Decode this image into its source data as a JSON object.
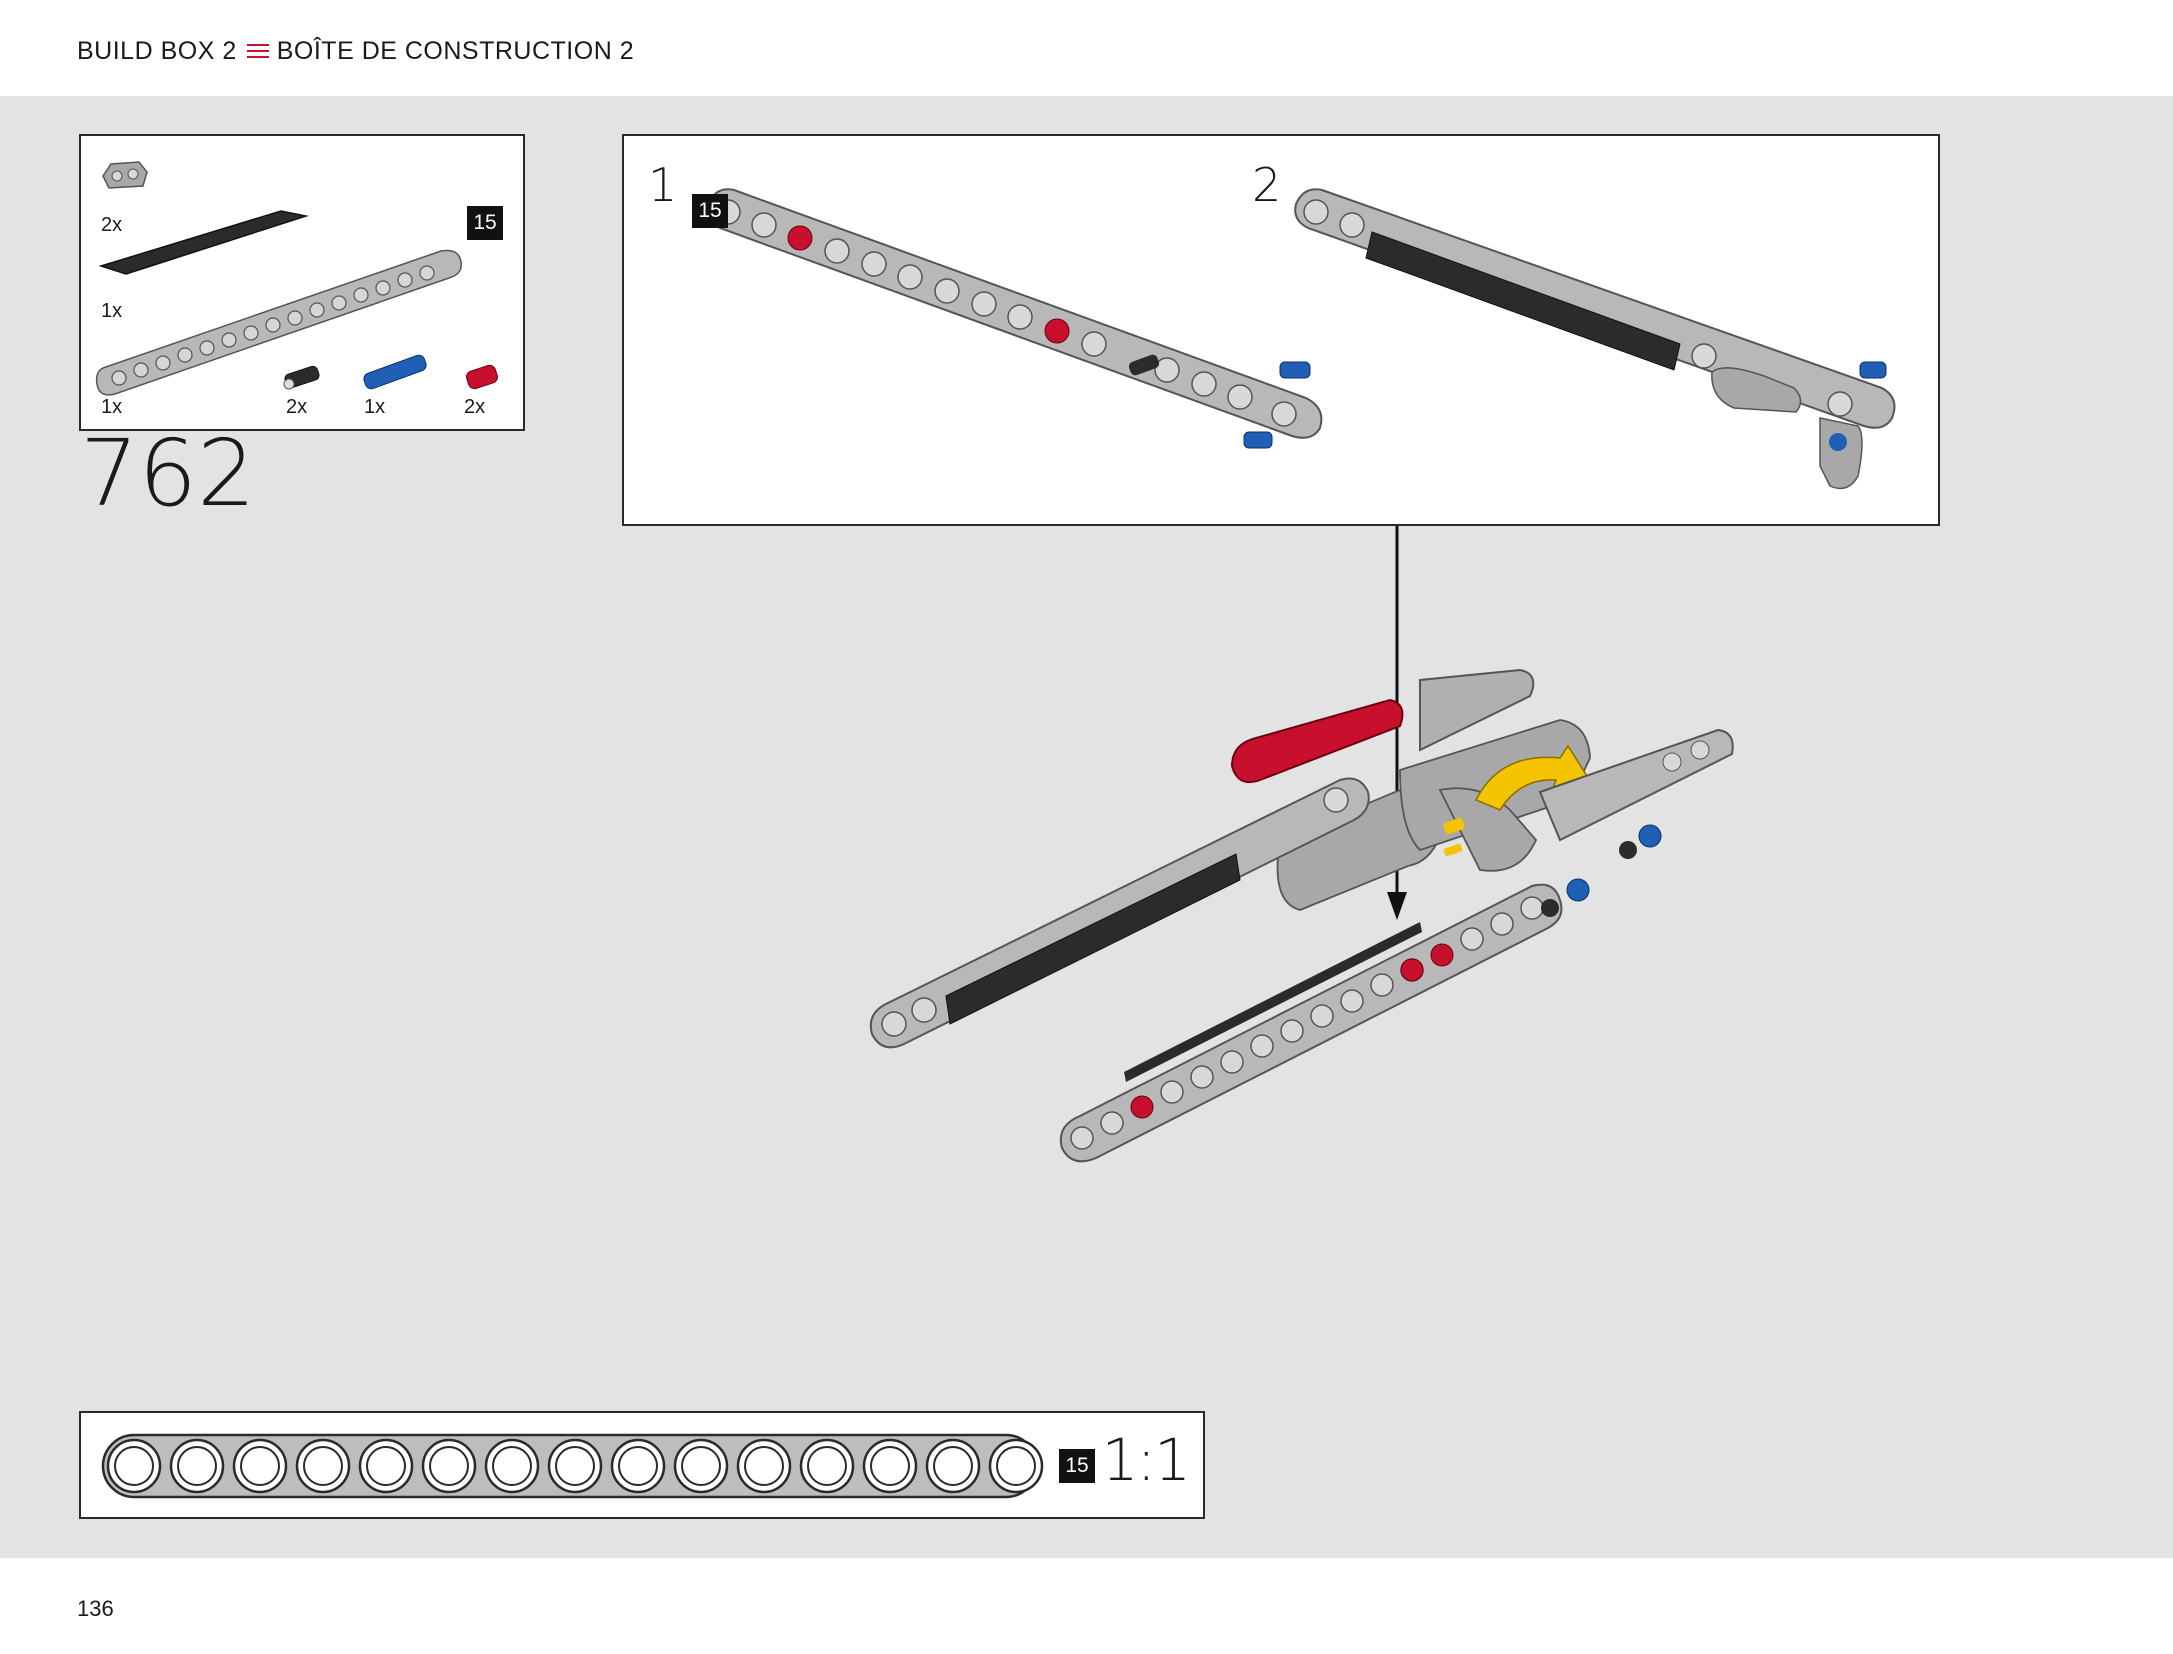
{
  "header": {
    "left_text": "BUILD BOX 2",
    "right_text": "BOÎTE DE CONSTRUCTION 2"
  },
  "parts_list": {
    "beam_length_badge": "15",
    "items": [
      {
        "name": "connector-block",
        "qty": "2x",
        "color": "#a8a8a8"
      },
      {
        "name": "black-tile",
        "qty": "1x",
        "color": "#2b2b2b"
      },
      {
        "name": "gray-beam-15",
        "qty": "1x",
        "color": "#b8b8b8"
      },
      {
        "name": "black-pin",
        "qty": "2x",
        "color": "#2b2b2b"
      },
      {
        "name": "blue-axle-pin",
        "qty": "1x",
        "color": "#1f5fb5"
      },
      {
        "name": "red-pin",
        "qty": "2x",
        "color": "#c8102e"
      }
    ]
  },
  "step": {
    "number": "762"
  },
  "sub_assembly": {
    "steps": [
      {
        "label": "1",
        "badge": "15"
      },
      {
        "label": "2"
      }
    ]
  },
  "scale_bar": {
    "holes": 15,
    "badge": "15",
    "ratio": "1:1"
  },
  "footer": {
    "page_number": "136"
  },
  "colors": {
    "accent_red": "#c8102e",
    "beam_gray": "#b8b8b8",
    "work_area": "#e3e3e3",
    "arrow_yellow": "#f5c400"
  }
}
